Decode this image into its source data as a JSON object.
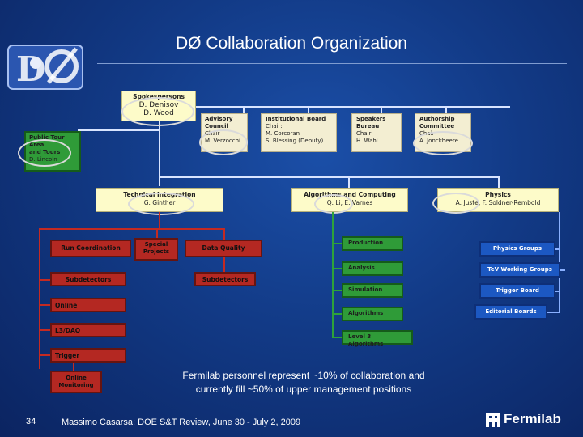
{
  "slide": {
    "title": "DØ Collaboration Organization",
    "page_number": "34",
    "footer": "Massimo Casarsa: DOE S&T Review, June 30 - July 2, 2009",
    "fermilab_logo": "Fermilab",
    "note_line1": "Fermilab personnel represent ~10% of collaboration and",
    "note_line2": "currently fill ~50% of upper management positions"
  },
  "top": {
    "spokespersons": {
      "title": "Spokespersons",
      "l1": "D. Denisov",
      "l2": "D. Wood"
    },
    "public": {
      "title": "Public Tour Area",
      "l2": "and Tours",
      "l3": "D. Lincoln",
      "l4": "..."
    },
    "advisory": {
      "title": "Advisory",
      "l2": "Council",
      "l3": "Chair",
      "l4": "M. Verzocchi"
    },
    "institutional": {
      "title": "Institutional Board",
      "l2": "Chair:",
      "l3": "M. Corcoran",
      "l4": "S. Blessing (Deputy)"
    },
    "speakers": {
      "title": "Speakers",
      "l2": "Bureau",
      "l3": "Chair:",
      "l4": "H. Wahl"
    },
    "authorship": {
      "title": "Authorship",
      "l2": "Committee",
      "l3": "Chair",
      "l4": "A. Jonckheere"
    }
  },
  "mid": {
    "tech": {
      "title": "Technical Integration",
      "name": "G. Ginther"
    },
    "algorithms": {
      "title": "Algorithms and Computing",
      "name": "Q. Li, E. Varnes"
    },
    "physics": {
      "title": "Physics",
      "name": "A. Juste, F. Soldner-Rembold"
    }
  },
  "red": {
    "run_coord": "Run Coordination",
    "special_l1": "Special",
    "special_l2": "Projects",
    "data_quality": "Data Quality",
    "subdetectors_left": "Subdetectors",
    "subdetectors_mid": "Subdetectors",
    "online": "Online",
    "l3daq": "L3/DAQ",
    "trigger": "Trigger",
    "online_mon_l1": "Online",
    "online_mon_l2": "Monitoring"
  },
  "green": {
    "production": "Production",
    "analysis": "Analysis",
    "simulation": "Simulation",
    "algorithms": "Algorithms",
    "level3": "Level 3 Algorithms"
  },
  "blue": {
    "physics_groups": "Physics Groups",
    "tev_groups": "TeV Working Groups",
    "trigger_board": "Trigger Board",
    "editorial": "Editorial Boards"
  }
}
